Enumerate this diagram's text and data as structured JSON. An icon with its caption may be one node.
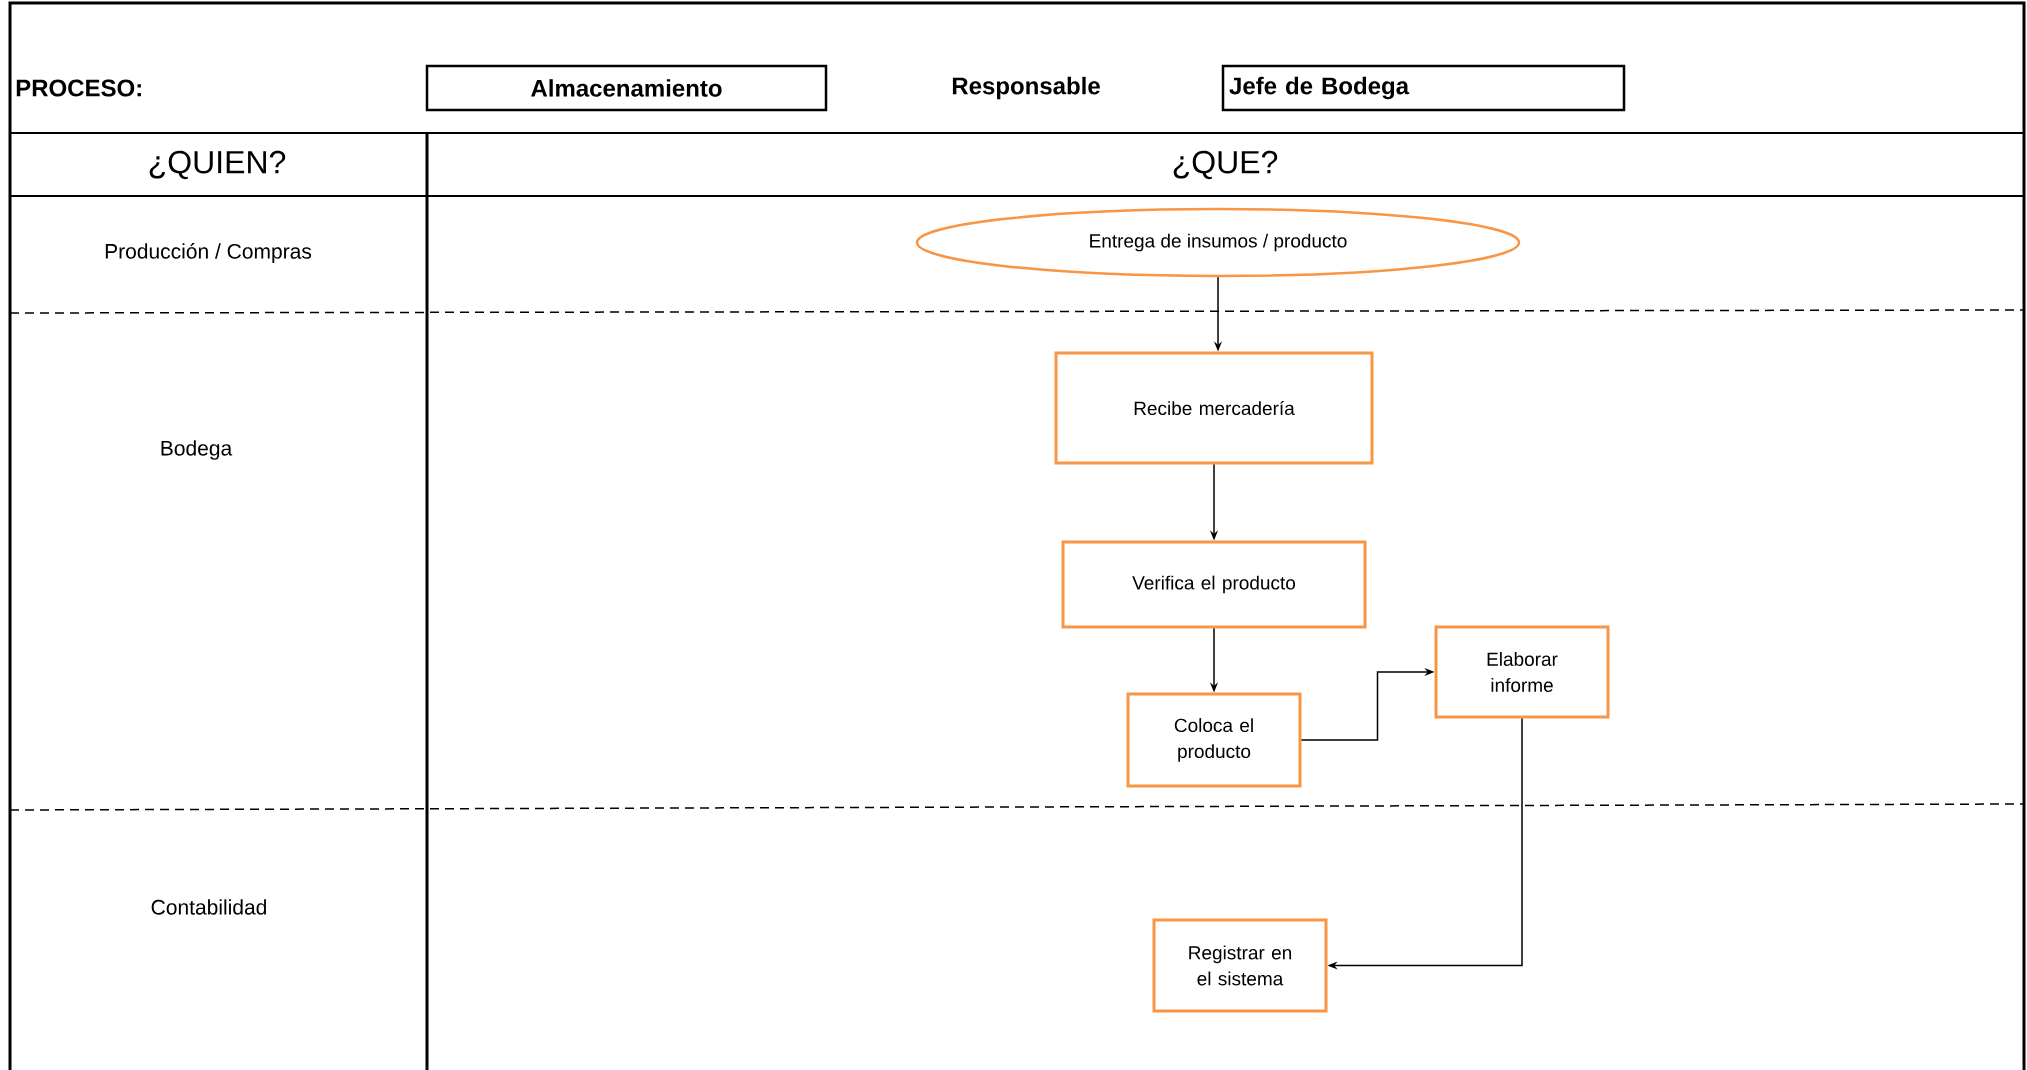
{
  "diagram": {
    "nodes": [
      {
        "text": [
          "Almacenamiento"
        ]
      },
      {
        "text": [
          "Jefe de Bodega"
        ]
      },
      {
        "text": [
          "Entrega de insumos / producto"
        ]
      },
      {
        "text": [
          "Recibe mercadería"
        ]
      },
      {
        "text": [
          "Verifica el producto"
        ]
      },
      {
        "text": [
          "Coloca el producto"
        ]
      },
      {
        "text": [
          "Elaborar informe"
        ]
      },
      {
        "text": [
          "Registrar en el sistema"
        ]
      }
    ],
    "edges": [
      {
        "from": 2,
        "to": 3,
        "arrow": "to"
      },
      {
        "from": 3,
        "to": 4,
        "arrow": "to"
      },
      {
        "from": 4,
        "to": 5,
        "arrow": "to"
      },
      {
        "from": 5,
        "to": 6,
        "arrow": "to"
      },
      {
        "from": 6,
        "to": 7,
        "arrow": "to"
      }
    ],
    "labels": [
      "PROCESO:",
      "Responsable",
      "¿QUIEN?",
      "¿QUE?",
      "Producción / Compras",
      "Bodega",
      "Contabilidad"
    ]
  }
}
